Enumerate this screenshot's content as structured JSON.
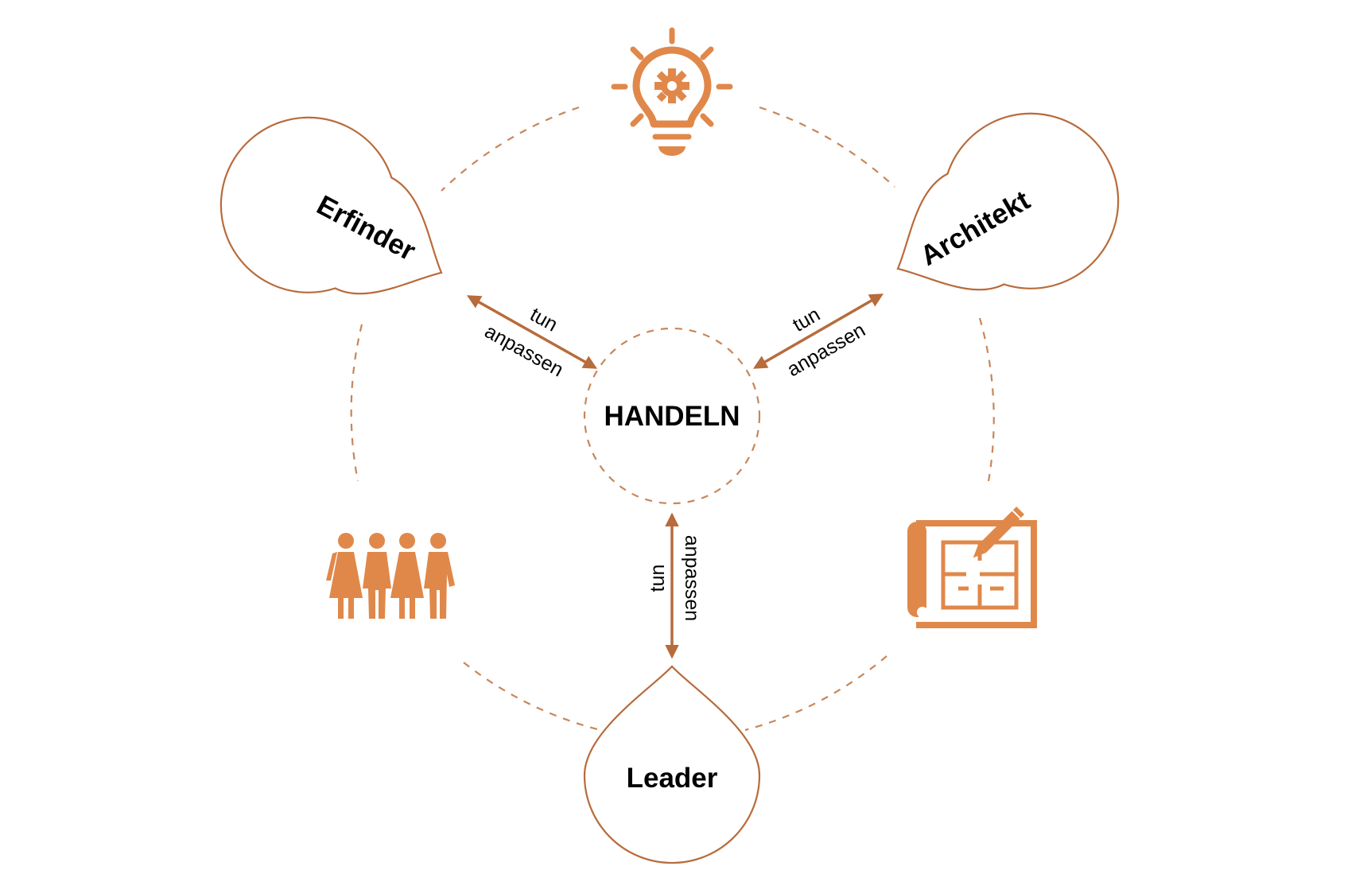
{
  "colors": {
    "accent": "#e0884a",
    "line": "#b86b3b",
    "dash": "#c8865a",
    "text": "#000000",
    "background": "#ffffff"
  },
  "center": {
    "label": "HANDELN"
  },
  "roles": {
    "erfinder": {
      "label": "Erfinder"
    },
    "architekt": {
      "label": "Architekt"
    },
    "leader": {
      "label": "Leader"
    }
  },
  "arrows": {
    "left": {
      "top_text": "tun",
      "bottom_text": "anpassen"
    },
    "right": {
      "top_text": "tun",
      "bottom_text": "anpassen"
    },
    "bottom": {
      "top_text": "tun",
      "bottom_text": "anpassen"
    }
  },
  "icons": {
    "top": "lightbulb-gear-icon",
    "left": "group-of-people-icon",
    "right": "blueprint-pencil-icon"
  }
}
